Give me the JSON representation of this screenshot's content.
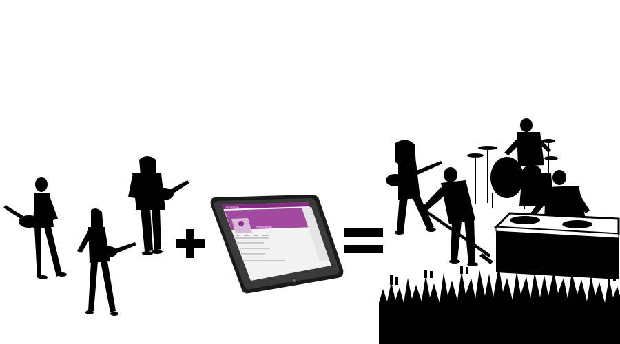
{
  "equation": {
    "plus_symbol": "+",
    "equals_symbol": "="
  },
  "tablet": {
    "brand": "bemettage",
    "profile_name": "Persona edit",
    "tabs": [
      "Info",
      "Music",
      "Wall",
      "Photos"
    ],
    "accent_color": "#8b2a8a"
  },
  "colors": {
    "silhouette": "#000000",
    "background": "#ffffff",
    "brand_accent": "#8b2a8a"
  },
  "icons": [
    "guitarist-silhouette",
    "singer-silhouette",
    "drummer-silhouette",
    "dj-silhouette",
    "crowd-silhouette",
    "tablet-device"
  ]
}
